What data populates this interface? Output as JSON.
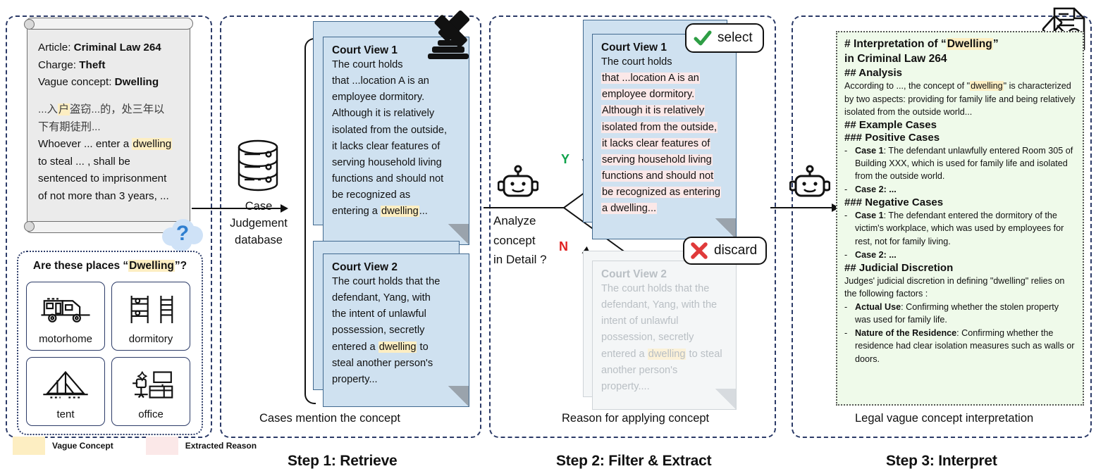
{
  "legend": {
    "items": [
      {
        "label": "Vague Concept",
        "color": "#fdeec2"
      },
      {
        "label": "Extracted Reason",
        "color": "#fbe8e8"
      }
    ]
  },
  "steps": [
    {
      "title": "Step 1: Retrieve",
      "caption": "Cases mention the concept"
    },
    {
      "title": "Step 2: Filter & Extract",
      "caption": "Reason for applying concept"
    },
    {
      "title": "Step 3: Interpret",
      "caption": "Legal vague concept interpretation"
    }
  ],
  "article": {
    "article_label": "Article:",
    "article_value": "Criminal Law 264",
    "charge_label": "Charge:",
    "charge_value": "Theft",
    "concept_label": "Vague concept:",
    "concept_value": "Dwelling",
    "chinese_l1_a": "...入",
    "chinese_l1_hl": "户",
    "chinese_l1_b": "盗窃...的，处三年以",
    "chinese_l2": "下有期徒刑...",
    "en_l1_a": "Whoever ... enter a ",
    "en_l1_hl": "dwelling",
    "en_l2": "to steal ... , shall be",
    "en_l3": "sentenced to imprisonment",
    "en_l4": "of not more than 3 years, ..."
  },
  "places": {
    "question_a": "Are these places “",
    "question_hl": "Dwelling",
    "question_b": "”?",
    "items": [
      {
        "label": "motorhome",
        "icon": "motorhome-icon"
      },
      {
        "label": "dormitory",
        "icon": "bunkbed-icon"
      },
      {
        "label": "tent",
        "icon": "tent-icon"
      },
      {
        "label": "office",
        "icon": "office-desk-icon"
      }
    ]
  },
  "database": {
    "label_l1": "Case",
    "label_l2": "Judgement",
    "label_l3": "database",
    "icon": "database-icon"
  },
  "step1_cards": {
    "card1": {
      "title": "Court View 1",
      "lines": [
        "The court holds",
        "that ...location A is an",
        "employee dormitory.",
        "Although it is relatively",
        "isolated from the outside,",
        "it lacks clear features of",
        "serving household living",
        "functions and should not",
        "be recognized as"
      ],
      "last_prefix": "entering a ",
      "last_hl": "dwelling",
      "last_suffix": "..."
    },
    "card2": {
      "title": "Court View 2",
      "lines": [
        "The court holds that the",
        "defendant, Yang, with",
        "the intent of unlawful",
        "possession, secretly"
      ],
      "hl_prefix": "entered a ",
      "hl_word": "dwelling",
      "hl_suffix": " to",
      "tail": [
        "steal another person's",
        "property..."
      ]
    },
    "gavel_icon": "gavel-icon"
  },
  "step2": {
    "robot_icon": "robot-icon",
    "prompt_l1": "Analyze",
    "prompt_l2": "concept",
    "prompt_l3": "in Detail ?",
    "yes_label": "Y",
    "no_label": "N",
    "yes_color": "#0ea24a",
    "no_color": "#e02020",
    "select_badge": {
      "label": "select",
      "icon": "check-icon",
      "color": "#2e9e45"
    },
    "discard_badge": {
      "label": "discard",
      "icon": "cross-icon",
      "color": "#e03a3a"
    },
    "card1": {
      "title": "Court View 1",
      "line1": "The court holds",
      "lines_hl": [
        "that ...location A is an",
        "employee dormitory.",
        "Although it is relatively",
        "isolated from the outside,",
        "it lacks clear features of",
        "serving household living",
        "functions and should not",
        "be recognized as entering",
        "a dwelling..."
      ]
    },
    "card2": {
      "title": "Court View 2",
      "lines": [
        "The court holds that the",
        "defendant, Yang, with the",
        "intent of unlawful",
        "possession, secretly"
      ],
      "hl_prefix": "entered a ",
      "hl_word": "dwelling",
      "hl_suffix": " to steal",
      "tail": [
        "another person's",
        "property...."
      ]
    }
  },
  "step3": {
    "robot_icon": "robot-icon",
    "doc_icon": "document-gavel-icon",
    "heading_prefix": "# Interpretation of “",
    "heading_hl": "Dwelling",
    "heading_suffix": "”",
    "heading_line2": "in Criminal Law 264",
    "analysis_heading": "## Analysis",
    "analysis_text_a": "According to ..., the concept of \"",
    "analysis_text_hl": "dwelling",
    "analysis_text_b": "\" is characterized by two aspects: providing for family life and being relatively isolated from the outside world...",
    "example_heading": "## Example Cases",
    "positive_heading": "### Positive Cases",
    "positive_cases": [
      {
        "label": "Case 1",
        "sep": ": ",
        "text": "The defendant unlawfully entered Room 305 of Building XXX, which is used for family life and  isolated from the outside world."
      },
      {
        "label": "Case 2: ...",
        "sep": "",
        "text": ""
      }
    ],
    "negative_heading": "### Negative Cases",
    "negative_cases": [
      {
        "label": "Case 1",
        "sep": ": ",
        "text": "The defendant entered the dormitory of the victim's workplace, which was used by employees for rest, not for family living."
      },
      {
        "label": "Case 2: ...",
        "sep": "",
        "text": ""
      }
    ],
    "discretion_heading": "## Judicial Discretion",
    "discretion_intro": "Judges' judicial discretion in defining \"dwelling\" relies on the following factors :",
    "factors": [
      {
        "label": "Actual Use",
        "sep": ": ",
        "text": "Confirming whether the stolen property was used for family life."
      },
      {
        "label": "Nature of the Residence",
        "sep": ": ",
        "text": "Confirming whether the residence had clear isolation measures such as walls or doors."
      }
    ]
  }
}
